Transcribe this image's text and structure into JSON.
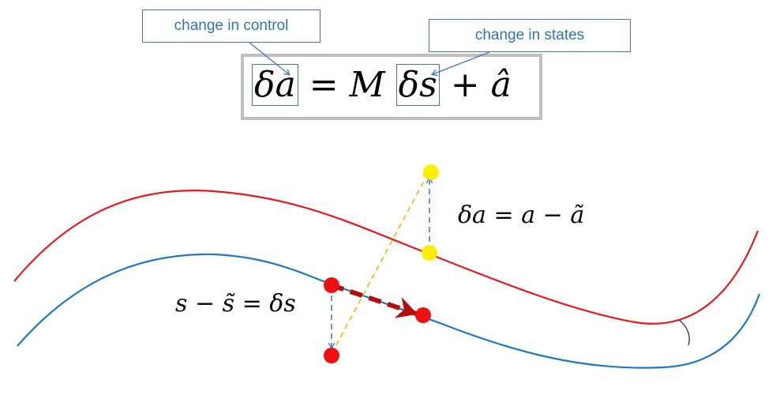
{
  "callouts": {
    "control": "change in control",
    "states": "change in states"
  },
  "main_equation": {
    "lhs": "δa",
    "eq": "=",
    "matrix": "M",
    "state_change": "δs",
    "plus": "+",
    "term": "â"
  },
  "annotations": {
    "control_diff": {
      "lhs": "δa",
      "eq": "=",
      "a": "a",
      "minus": "−",
      "a_tilde": "ã"
    },
    "state_diff": {
      "s": "s",
      "minus": "−",
      "s_tilde": "s̃",
      "eq": "=",
      "rhs": "δs"
    }
  },
  "colors": {
    "callout_border": "#4472c4",
    "callout_text": "#2e75b6",
    "equation_frame": "#bfbfbf",
    "control_curve": "#e31a1c",
    "state_curve": "#1f77c4",
    "state_point": "#ee1111",
    "control_point": "#ffee00",
    "dashed_vertical": "#4472c4",
    "dashed_diagonal": "#f5b301",
    "trajectory_arrow": "#b40d0d"
  }
}
